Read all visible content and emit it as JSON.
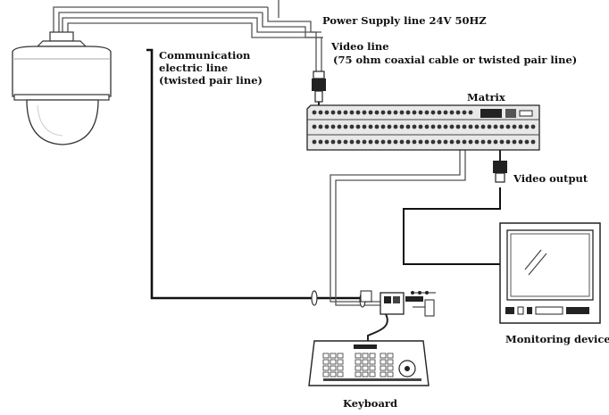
{
  "labels": {
    "power": "Power Supply line 24V  50HZ",
    "video_line_1": "Video line",
    "video_line_2": "(75 ohm coaxial cable or twisted pair line)",
    "comm_1": "Communication",
    "comm_2": "electric line",
    "comm_3": "(twisted pair line)",
    "matrix": "Matrix",
    "video_output": "Video output",
    "monitoring": "Monitoring device",
    "keyboard": "Keyboard"
  },
  "devices": [
    "dome-camera-icon",
    "matrix-icon",
    "monitor-icon",
    "keyboard-icon",
    "connector-icon"
  ]
}
